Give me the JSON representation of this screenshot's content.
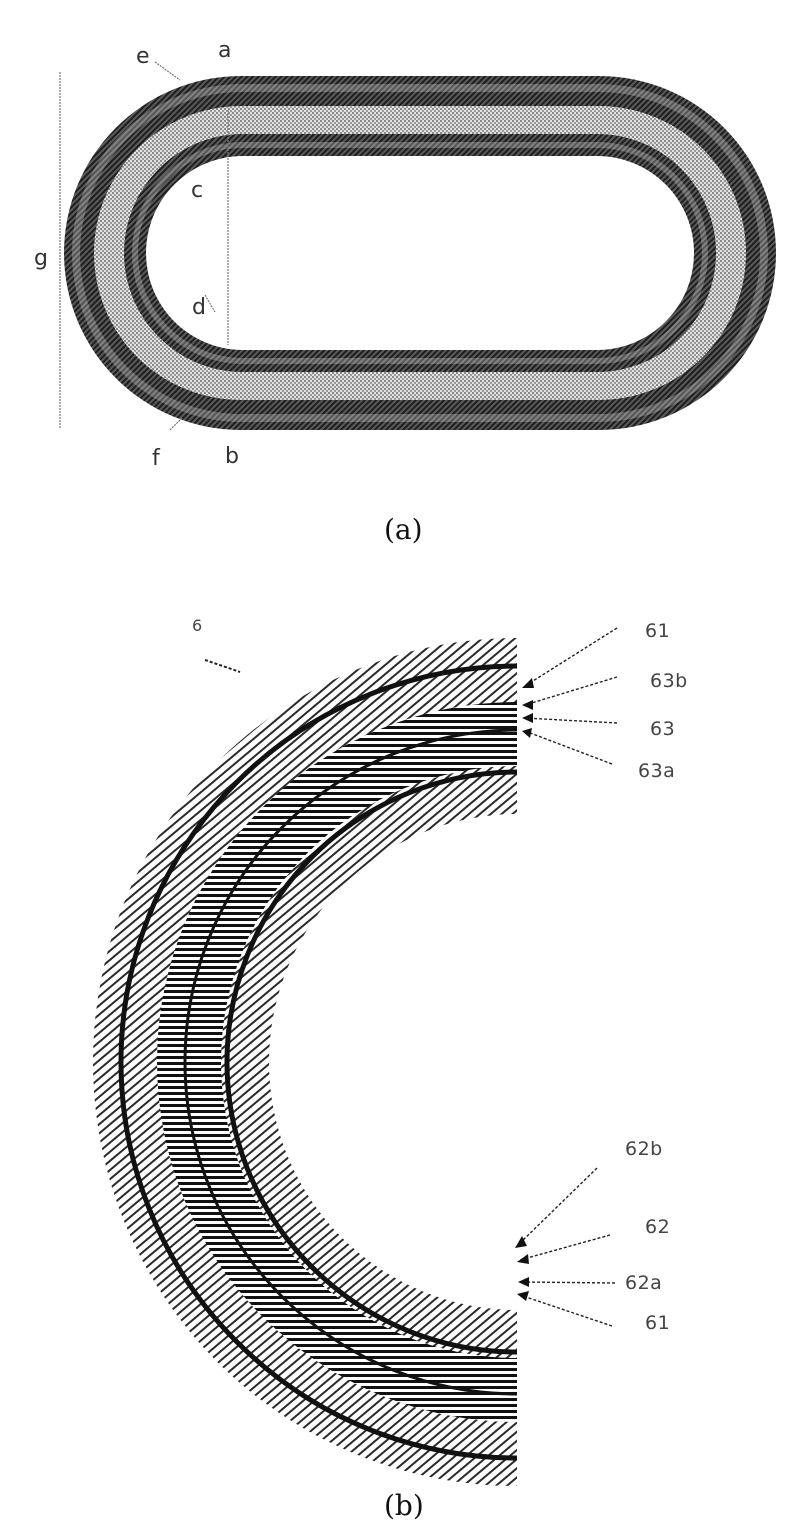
{
  "figure_a": {
    "caption": "(a)",
    "markers": {
      "a": "a",
      "b": "b",
      "c": "c",
      "d": "d",
      "e": "e",
      "f": "f",
      "g": "g"
    }
  },
  "figure_b": {
    "caption": "(b)",
    "ref_numeral": "6",
    "callouts_top": [
      "61",
      "63b",
      "63",
      "63a"
    ],
    "callouts_bottom": [
      "62b",
      "62",
      "62a",
      "61"
    ]
  },
  "colors": {
    "dark_band": "#3a3a3a",
    "light_band": "#b8b8b8",
    "line": "#111111",
    "background": "#ffffff"
  }
}
